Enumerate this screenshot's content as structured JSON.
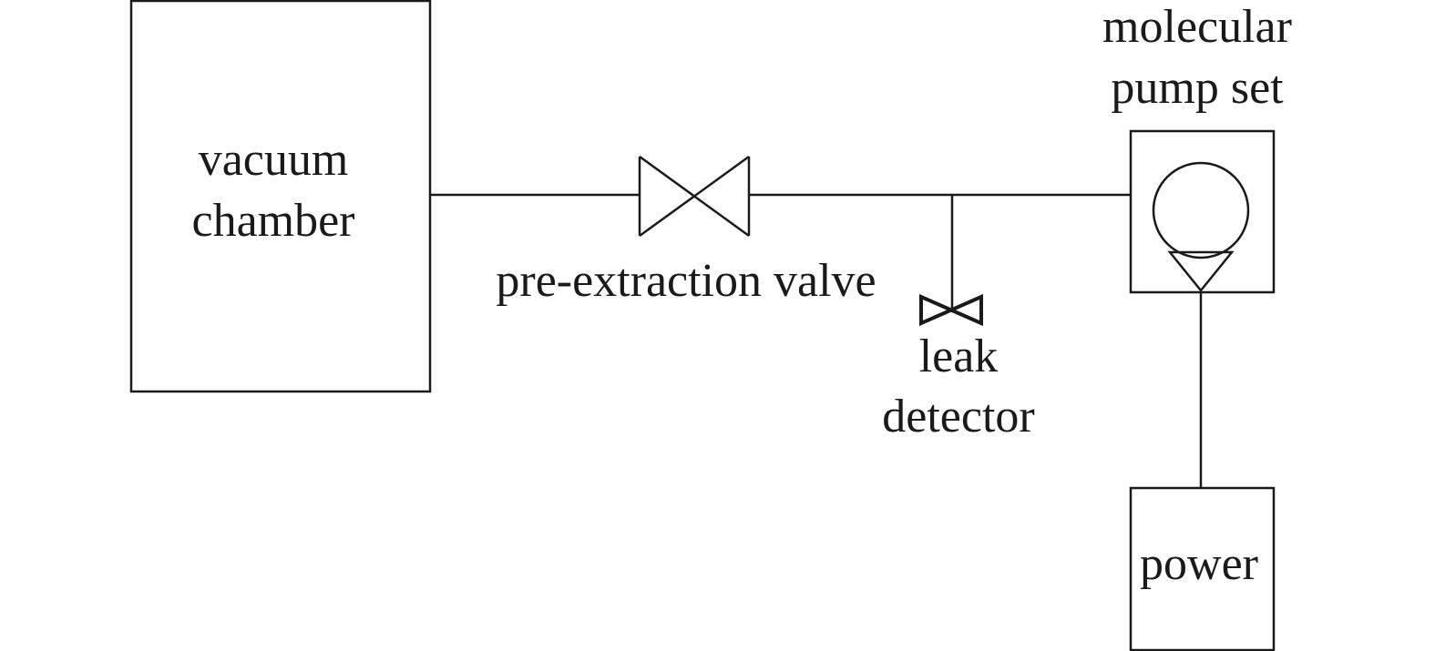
{
  "diagram": {
    "vacuum_chamber": {
      "line1": "vacuum",
      "line2": "chamber"
    },
    "pre_extraction_valve": {
      "label": "pre-extraction valve"
    },
    "leak_detector": {
      "line1": "leak",
      "line2": "detector"
    },
    "molecular_pump_set": {
      "line1": "molecular",
      "line2": "pump set"
    },
    "power": {
      "label": "power"
    },
    "colors": {
      "line": "#1a1a1a",
      "background": "#ffffff"
    },
    "icons": {
      "valve": "bowtie-valve-icon",
      "pump": "circle-triangle-pump-icon"
    }
  }
}
